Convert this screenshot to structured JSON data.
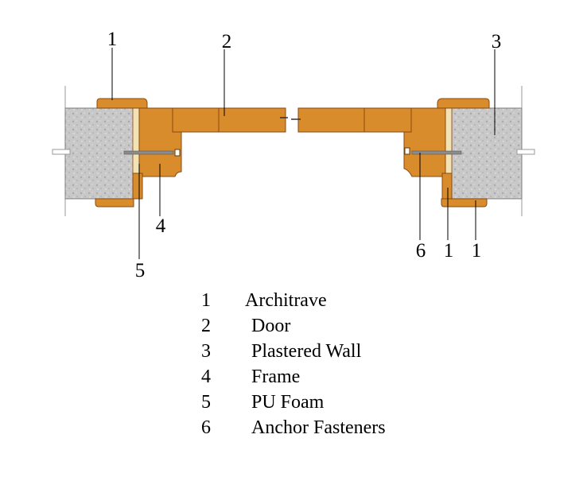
{
  "callouts": {
    "left_top": "1",
    "door_top": "2",
    "wall_top": "3",
    "frame_left": "4",
    "foam_left": "5",
    "anchor_right": "6",
    "foam_right": "1",
    "architrave_right": "1"
  },
  "legend": [
    {
      "num": "1",
      "label": "Architrave"
    },
    {
      "num": "2",
      "label": "Door"
    },
    {
      "num": "3",
      "label": "Plastered Wall"
    },
    {
      "num": "4",
      "label": "Frame"
    },
    {
      "num": "5",
      "label": "PU Foam"
    },
    {
      "num": "6",
      "label": "Anchor Fasteners"
    }
  ],
  "colors": {
    "wood": "#d98c2b",
    "wood_edge": "#8a4a10",
    "wall": "#c9c9c9",
    "foam": "#f3e2b4",
    "fastener": "#8c8c8c"
  }
}
